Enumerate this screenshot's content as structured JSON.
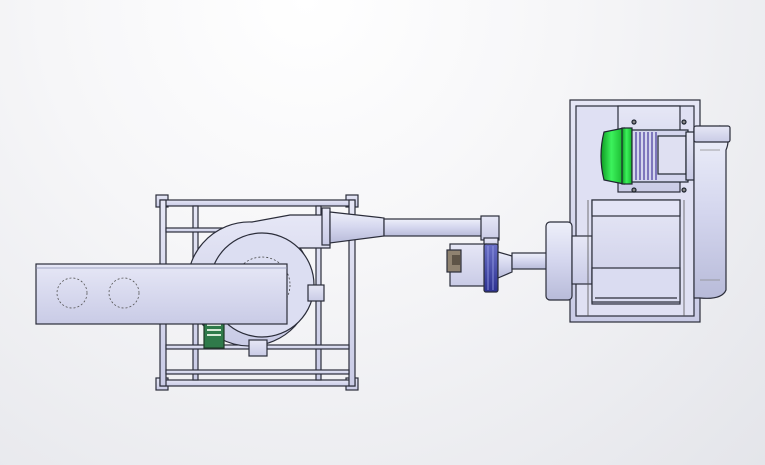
{
  "viewport": {
    "background_top": "#ffffff",
    "background_bottom": "#e3e4e9"
  },
  "colors": {
    "part_fill": "#d7d9ef",
    "part_fill_light": "#e8e9f7",
    "part_fill_dark": "#b9bcd8",
    "edge": "#2b2d3a",
    "motor_green": "#2fe24a",
    "motor_green_dark": "#12a825",
    "motor_fins": "#6a5fb0",
    "motor_fan_blue": "#3b3fa0",
    "pcb_green": "#2f7a4a"
  },
  "components": [
    {
      "name": "fan-frame",
      "icon": "steel-frame-icon"
    },
    {
      "name": "inlet-duct",
      "icon": "duct-icon"
    },
    {
      "name": "centrifugal-blower",
      "icon": "blower-icon"
    },
    {
      "name": "connecting-pipe",
      "icon": "pipe-icon"
    },
    {
      "name": "small-motor",
      "icon": "motor-icon"
    },
    {
      "name": "crusher-housing",
      "icon": "housing-icon"
    },
    {
      "name": "main-motor",
      "icon": "motor-icon"
    },
    {
      "name": "pulley-guard",
      "icon": "belt-guard-icon"
    }
  ]
}
